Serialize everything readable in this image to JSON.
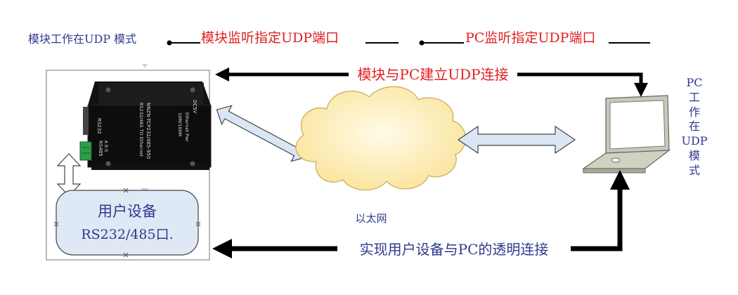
{
  "labels": {
    "module_udp_mode": "模块工作在UDP 模式",
    "module_listen": "模块监听指定UDP端口",
    "pc_listen": "PC监听指定UDP端口",
    "udp_connect": "模块与PC建立UDP连接",
    "cloud": "以太网",
    "transparent": "实现用户设备与PC的透明连接"
  },
  "pc_mode_chars": [
    "PC",
    "工",
    "作",
    "在",
    "UDP",
    "模",
    "式"
  ],
  "user_device": {
    "line1": "用户设备",
    "line2": "RS232/485口."
  },
  "device_box": {
    "port_label": "RS232",
    "port_label2": "RS485",
    "port_pins": "A B G",
    "model": "NNZN-TCP232/485-950",
    "subtitle": "RS232/485 TO Ethernet",
    "power": "DC5V",
    "ethernet": "Ethernet  Pwr",
    "speed": "10M/100M"
  },
  "colors": {
    "accent_red": "#e02020",
    "label_blue": "#2e3a8c",
    "cloud_fill": "#fde8a6",
    "arrow_fill": "#dbe6f5",
    "device_box_fill": "#dfe8f5"
  }
}
